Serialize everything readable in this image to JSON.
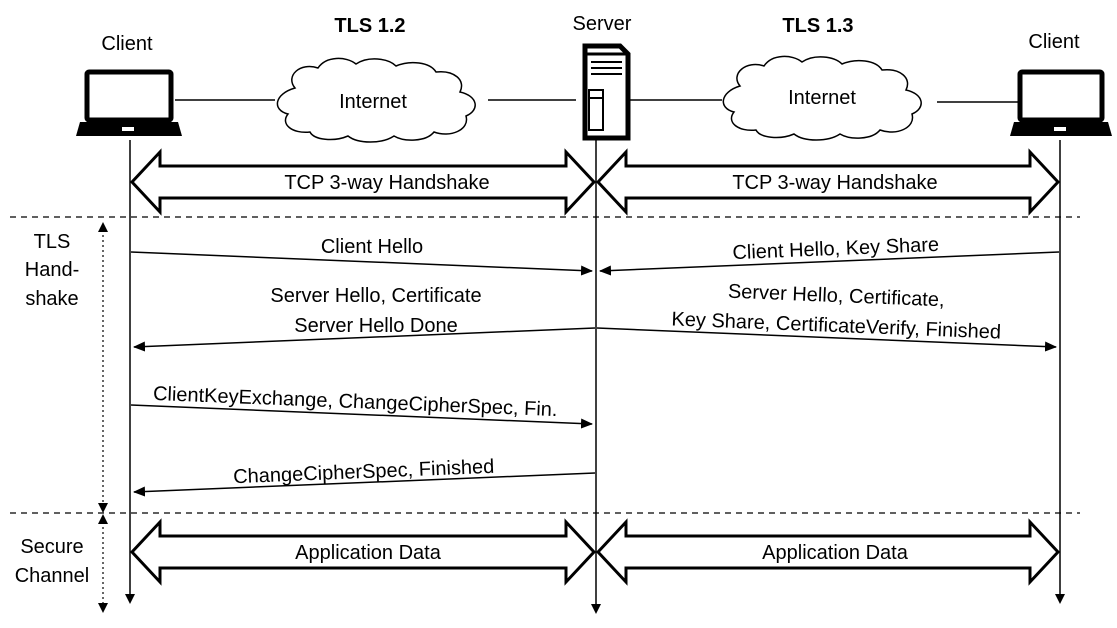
{
  "headers": {
    "tls12": "TLS 1.2",
    "tls13": "TLS 1.3",
    "server": "Server",
    "client_left": "Client",
    "client_right": "Client",
    "internet_left": "Internet",
    "internet_right": "Internet"
  },
  "phases": {
    "tls_handshake": [
      "TLS",
      "Hand-",
      "shake"
    ],
    "secure_channel": [
      "Secure",
      "Channel"
    ]
  },
  "tcp": {
    "left": "TCP 3-way Handshake",
    "right": "TCP 3-way Handshake"
  },
  "tls12_messages": {
    "client_hello": "Client Hello",
    "server_hello_1": "Server Hello, Certificate",
    "server_hello_2": "Server Hello Done",
    "client_key_exchange": "ClientKeyExchange, ChangeCipherSpec, Fin.",
    "change_cipher": "ChangeCipherSpec, Finished"
  },
  "tls13_messages": {
    "client_hello": "Client Hello, Key Share",
    "server_hello_1": "Server Hello, Certificate,",
    "server_hello_2": "Key Share, CertificateVerify, Finished"
  },
  "app": {
    "left": "Application Data",
    "right": "Application Data"
  },
  "icons": [
    "laptop-icon",
    "server-tower-icon",
    "cloud-icon"
  ]
}
